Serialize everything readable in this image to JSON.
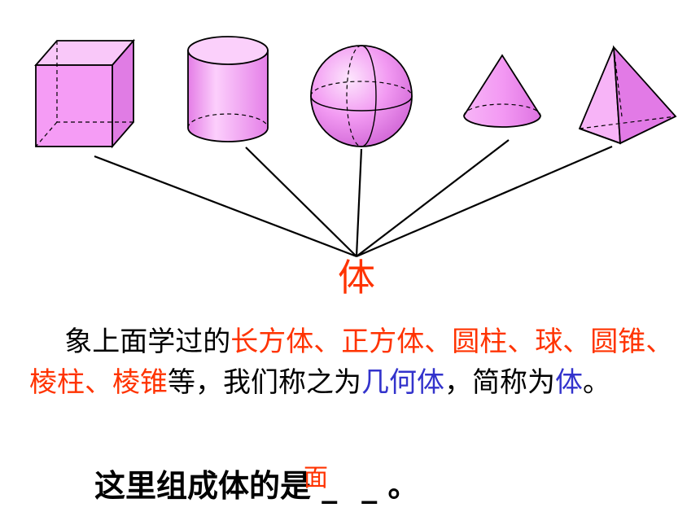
{
  "colors": {
    "shape_fill": "#f39bf3",
    "shape_dark": "#c64fd0",
    "shape_light": "#fde2fd",
    "line": "#000000",
    "red": "#ff3300",
    "blue": "#3333cc",
    "black": "#000000"
  },
  "shapes": [
    "cube-icon",
    "cylinder-icon",
    "sphere-icon",
    "cone-icon",
    "pyramid-icon"
  ],
  "center_label": "体",
  "paragraph": {
    "indent": "    ",
    "p1": "象上面学过的",
    "p2": "长方体、正方体、圆柱、球、圆锥、棱柱、棱锥",
    "p3": "等，我们称之为",
    "p4": "几何体",
    "p5": "，简称为",
    "p6": "体",
    "p7": "。"
  },
  "question": {
    "text": "这里组成体的是",
    "blank": " _",
    "blank_end": "_ 。",
    "answer": "面"
  }
}
